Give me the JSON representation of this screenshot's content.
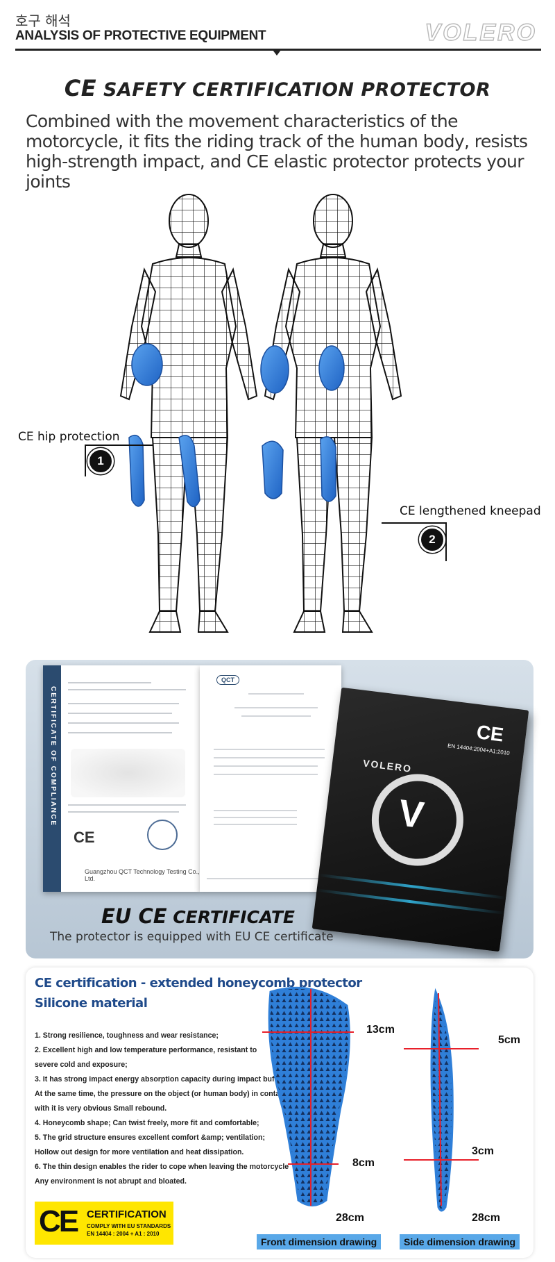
{
  "header": {
    "korean_title": "호구 해석",
    "english_title": "ANALYSIS OF PROTECTIVE EQUIPMENT",
    "brand": "VOLERO"
  },
  "intro": {
    "title_ce": "CE",
    "title_rest": "SAFETY CERTIFICATION PROTECTOR",
    "description": "Combined with the movement characteristics of the motorcycle, it fits the riding track of the human body, resists high-strength impact, and CE elastic protector protects your joints"
  },
  "figure": {
    "hip_label": "CE hip protection",
    "hip_number": "1",
    "knee_label": "CE lengthened kneepad",
    "knee_number": "2"
  },
  "certificate": {
    "doc_band_text": "CERTIFICATE OF COMPLIANCE",
    "doc_company": "Guangzhou QCT Technology Testing Co., Ltd.",
    "doc_ce": "CE",
    "doc_logo": "QCT",
    "book_ce": "CE",
    "book_standard": "EN 14404:2004+A1:2010",
    "book_brand": "VOLERO",
    "title_ce": "EU CE",
    "title_rest": "CERTIFICATE",
    "subtitle": "The protector is equipped with EU CE certificate"
  },
  "honeycomb": {
    "title": "CE certification - extended honeycomb protector",
    "subtitle": "Silicone material",
    "features": [
      "1. Strong resilience, toughness and wear resistance;",
      "2. Excellent high and low temperature performance, resistant to",
      "severe cold and exposure;",
      "3. It has strong impact energy absorption capacity during impact buffering.",
      "At the same time, the pressure on the object (or human body) in contact",
      "with it is very obvious Small rebound.",
      "4. Honeycomb shape; Can twist freely, more fit and comfortable;",
      "5. The grid structure ensures excellent comfort &amp; ventilation;",
      "Hollow out design for more ventilation and heat dissipation.",
      "6. The thin design enables the rider to cope when leaving the motorcycle",
      "Any environment is not abrupt and bloated."
    ],
    "badge": {
      "ce": "CE",
      "line1": "CERTIFICATION",
      "line2": "COMPLY WITH EU STANDARDS",
      "line3": "EN 14404 : 2004 + A1 : 2010"
    },
    "front": {
      "width_top": "13cm",
      "width_bottom": "8cm",
      "length": "28cm",
      "caption": "Front dimension drawing"
    },
    "side": {
      "thick_top": "5cm",
      "thick_bottom": "3cm",
      "length": "28cm",
      "caption": "Side dimension drawing"
    },
    "colors": {
      "protector_blue": "#2f7fd8",
      "dimension_red": "#e8202a",
      "caption_blue": "#59a8e8"
    }
  }
}
